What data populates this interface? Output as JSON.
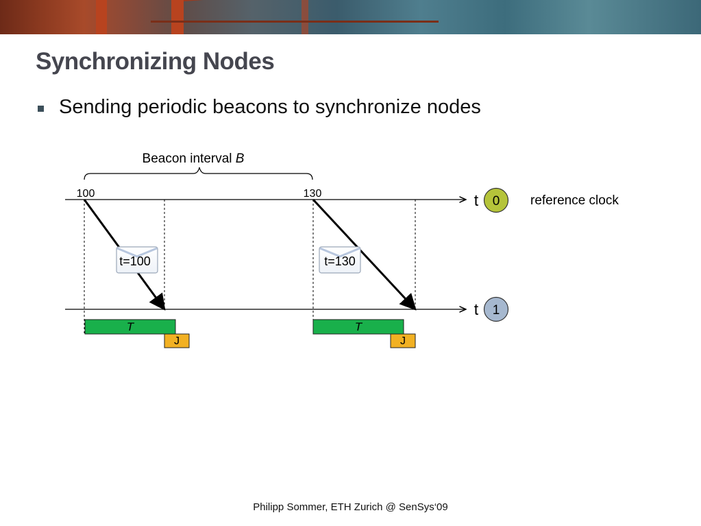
{
  "slide": {
    "title": "Synchronizing Nodes",
    "bullet": "Sending periodic beacons to synchronize nodes",
    "footer": "Philipp Sommer, ETH Zurich @ SenSys‘09"
  },
  "diagram": {
    "interval_label": "Beacon interval ",
    "interval_symbol": "B",
    "timestamps": [
      "100",
      "130"
    ],
    "beacon_labels": [
      "t=100",
      "t=130"
    ],
    "axis_label": "t",
    "nodes": [
      {
        "id": "0",
        "color": "#b5c43a"
      },
      {
        "id": "1",
        "color": "#a6b8cf"
      }
    ],
    "reference_label": "reference clock",
    "t_bar_label": "T",
    "j_bar_label": "J",
    "colors": {
      "t_bar": "#19b04b",
      "j_bar": "#f2b123"
    }
  }
}
